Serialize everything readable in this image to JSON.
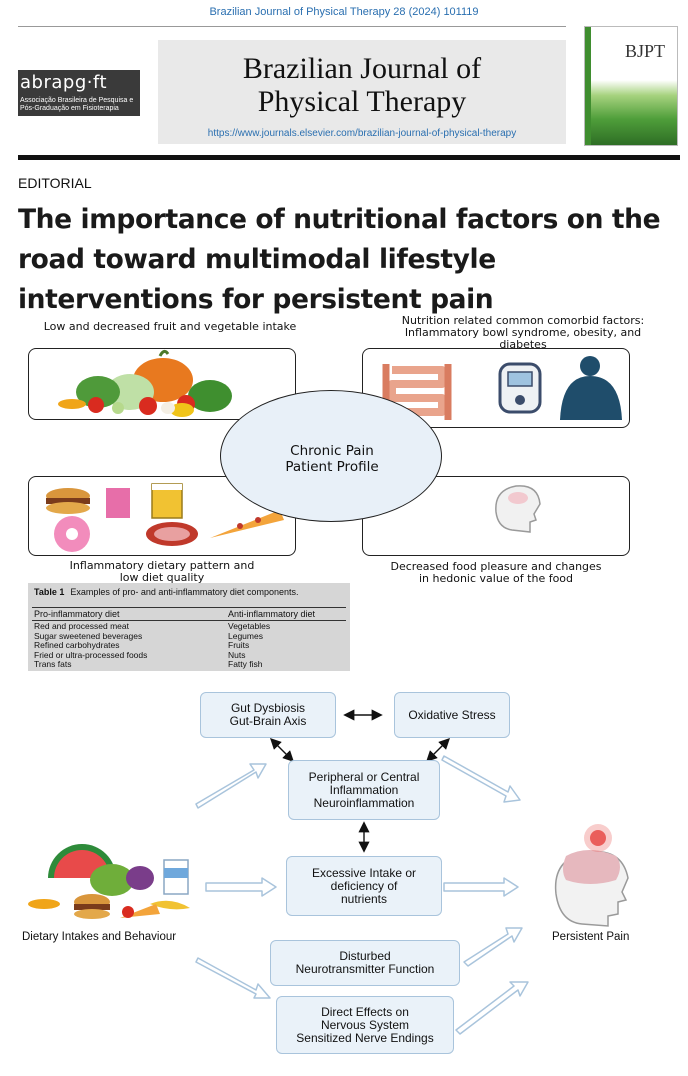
{
  "header": {
    "citation": "Brazilian Journal of Physical Therapy 28 (2024) 101119",
    "society_logo_name": "abrapg·ft",
    "society_logo_sub_1": "Associação Brasileira de Pesquisa e",
    "society_logo_sub_2": "Pós-Graduação em Fisioterapia",
    "journal_title_line1": "Brazilian Journal of",
    "journal_title_line2": "Physical Therapy",
    "journal_url": "https://www.journals.elsevier.com/brazilian-journal-of-physical-therapy",
    "cover_title": "BJPT"
  },
  "article": {
    "section": "EDITORIAL",
    "title": "The importance of nutritional factors on the road toward multimodal lifestyle interventions for persistent pain"
  },
  "figure1": {
    "center": "Chronic Pain\nPatient Profile",
    "top_left": "Low and decreased fruit and vegetable intake",
    "top_right_line1": "Nutrition related common comorbid factors:",
    "top_right_line2": "Inflammatory bowl syndrome, obesity, and",
    "top_right_line3": "diabetes",
    "bottom_left_line1": "Inflammatory dietary pattern and",
    "bottom_left_line2": "low diet quality",
    "bottom_right_line1": "Decreased food pleasure and changes",
    "bottom_right_line2": "in hedonic value of the food"
  },
  "table1": {
    "label": "Table 1",
    "caption": "Examples of pro- and anti-inflammatory diet components.",
    "headers": [
      "Pro-inflammatory diet",
      "Anti-inflammatory diet"
    ],
    "rows": [
      [
        "Red and processed meat",
        "Vegetables"
      ],
      [
        "Sugar sweetened beverages",
        "Legumes"
      ],
      [
        "Refined carbohydrates",
        "Fruits"
      ],
      [
        "Fried or ultra-processed foods",
        "Nuts"
      ],
      [
        "Trans fats",
        "Fatty fish"
      ]
    ]
  },
  "figure2": {
    "gut": "Gut Dysbiosis\nGut-Brain Axis",
    "oxidative": "Oxidative Stress",
    "inflammation": "Peripheral or Central\nInflammation\nNeuroinflammation",
    "intake": "Excessive Intake or\ndeficiency of\nnutrients",
    "neurotransmitter": "Disturbed\nNeurotransmitter Function",
    "direct": "Direct Effects on\nNervous System\nSensitized Nerve Endings",
    "left_label": "Dietary Intakes and Behaviour",
    "right_label": "Persistent Pain"
  },
  "colors": {
    "link": "#2a6fb0",
    "box_fill": "#eaf2f9",
    "box_border": "#a9c4dc",
    "ellipse_fill": "#e8f0f8"
  }
}
